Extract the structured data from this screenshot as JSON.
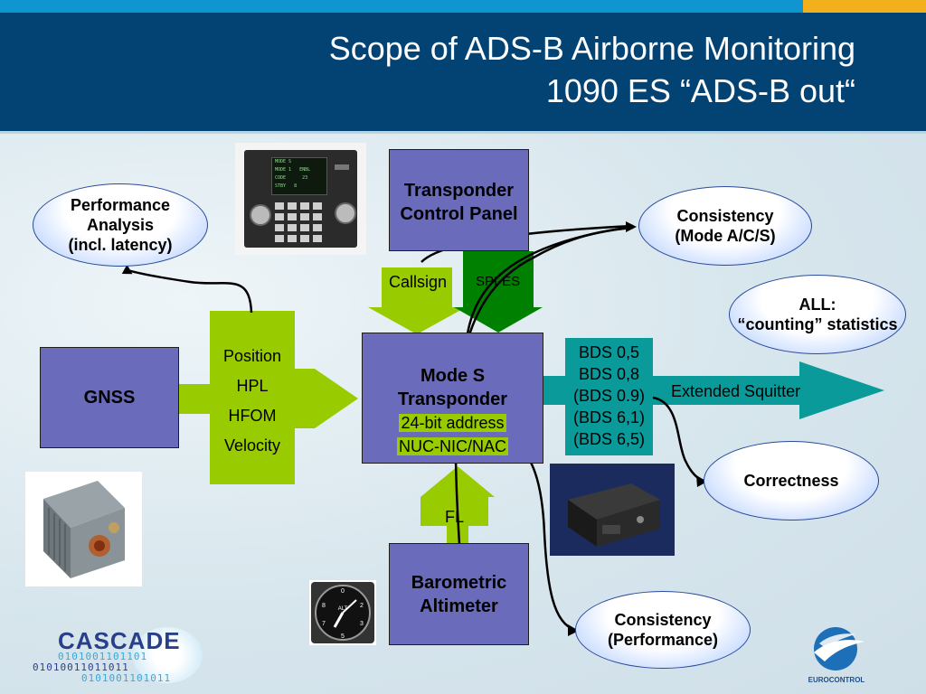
{
  "header": {
    "title_line1": "Scope of ADS-B Airborne Monitoring",
    "title_line2": "1090 ES “ADS-B out“"
  },
  "boxes": {
    "gnss": "GNSS",
    "tcp_line1": "Transponder",
    "tcp_line2": "Control Panel",
    "transponder_line1": "Mode S",
    "transponder_line2": "Transponder",
    "transponder_sub1": "24-bit address",
    "transponder_sub2": "NUC-NIC/NAC",
    "baro_line1": "Barometric",
    "baro_line2": "Altimeter"
  },
  "arrows": {
    "position_items": [
      "Position",
      "HPL",
      "HFOM",
      "Velocity"
    ],
    "callsign": "Callsign",
    "spi_es": "SPI-ES",
    "fl": "FL",
    "bds_items": [
      "BDS 0,5",
      "BDS 0,8",
      "(BDS 0.9)",
      "(BDS 6,1)",
      "(BDS 6,5)"
    ],
    "extended_squitter": "Extended Squitter"
  },
  "ellipses": {
    "performance": [
      "Performance",
      "Analysis",
      "(incl. latency)"
    ],
    "consistency_mode": [
      "Consistency",
      "(Mode A/C/S)"
    ],
    "all": [
      "ALL:",
      "“counting” statistics"
    ],
    "correctness": [
      "Correctness"
    ],
    "consistency_perf": [
      "Consistency",
      "(Performance)"
    ]
  },
  "logos": {
    "cascade": "CASCADE",
    "cascade_binary": [
      "0101001101101",
      "01010011011011",
      "0101001101011"
    ],
    "eurocontrol": "EUROCONTROL"
  },
  "altimeter_label": "ALT",
  "panel_display": [
    "MODE S",
    "MODE 1   ENBL",
    "CODE      23",
    "STBY   8"
  ],
  "colors": {
    "header_bg": "#034374",
    "top_bar": "#0f95cf",
    "accent": "#f2b01d",
    "box_fill": "#6a6cbb",
    "green_arrow": "#99cc00",
    "dark_green_arrow": "#008000",
    "teal_arrow": "#0a9a9a"
  }
}
